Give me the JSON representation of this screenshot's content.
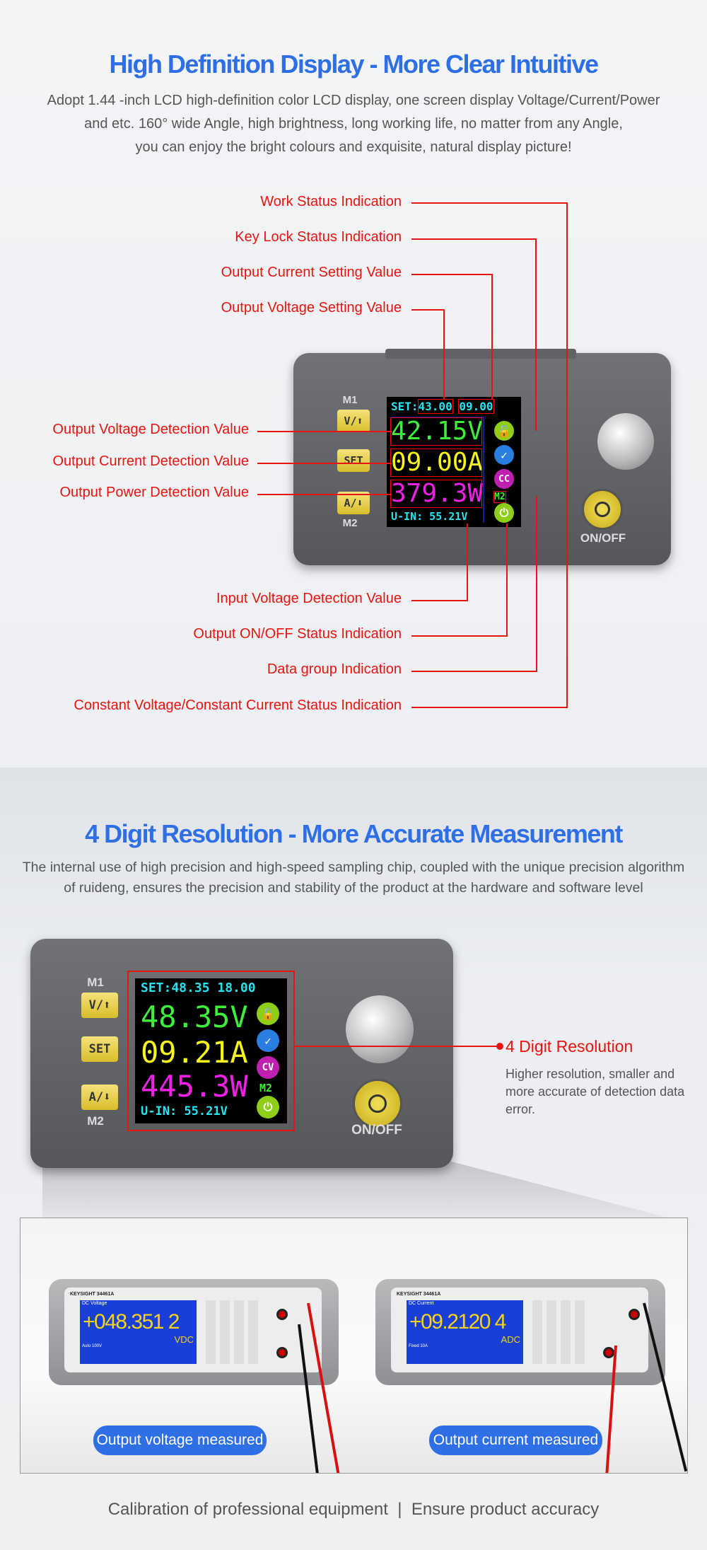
{
  "section1": {
    "title": "High Definition Display - More Clear Intuitive",
    "paragraph": [
      "Adopt 1.44 -inch LCD high-definition color LCD display, one screen display Voltage/Current/Power",
      "and etc. 160° wide Angle, high brightness, long working life, no matter from any Angle,",
      "you can enjoy the bright colours and exquisite, natural display picture!"
    ],
    "top_labels": [
      "Work Status Indication",
      "Key Lock Status Indication",
      "Output Current Setting Value",
      "Output Voltage Setting Value"
    ],
    "left_labels": [
      "Output Voltage Detection Value",
      "Output Current Detection Value",
      "Output Power Detection Value"
    ],
    "bottom_labels": [
      "Input Voltage Detection Value",
      "Output ON/OFF Status Indication",
      "Data group Indication",
      "Constant Voltage/Constant Current Status Indication"
    ],
    "device": {
      "m1": "M1",
      "m2": "M2",
      "btn_v": "V/⬆",
      "btn_set": "SET",
      "btn_a": "A/⬇",
      "onoff": "ON/OFF",
      "screen": {
        "set_label": "SET:",
        "set_v": "43.00",
        "set_a": "09.00",
        "voltage": "42.15V",
        "current": "09.00A",
        "power": "379.3W",
        "uin": "U-IN: 55.21V",
        "mode": "CC",
        "group": "M2"
      }
    }
  },
  "section2": {
    "title": "4 Digit Resolution - More Accurate Measurement",
    "paragraph": [
      "The internal use of high precision and high-speed sampling chip, coupled with the unique precision algorithm",
      "of ruideng, ensures the precision and stability of the product at the hardware and software level"
    ],
    "device": {
      "m1": "M1",
      "m2": "M2",
      "btn_v": "V/⬆",
      "btn_set": "SET",
      "btn_a": "A/⬇",
      "onoff": "ON/OFF",
      "screen": {
        "set": "SET:48.35 18.00",
        "voltage": "48.35V",
        "current": "09.21A",
        "power": "445.3W",
        "uin": "U-IN: 55.21V",
        "mode": "CV",
        "group": "M2"
      }
    },
    "callout_title": "4 Digit Resolution",
    "callout_text": [
      "Higher resolution, smaller and",
      "more accurate of detection data",
      "error."
    ],
    "meters": [
      {
        "brand": "KEYSIGHT",
        "model": "34461A",
        "mode": "DC Voltage",
        "reading": "+048.351 2",
        "unit": "VDC",
        "range": "Auto 100V",
        "pill": "Output voltage measured"
      },
      {
        "brand": "KEYSIGHT",
        "model": "34461A",
        "mode": "DC Current",
        "reading": "+09.2120 4",
        "unit": "ADC",
        "range": "Fixed 10A",
        "pill": "Output current measured"
      }
    ],
    "footer": "Calibration of professional equipment  |  Ensure product accuracy"
  },
  "colors": {
    "accent": "#2f6fe6",
    "annotation": "#e8140f",
    "lcd_voltage": "#3ef03a",
    "lcd_current": "#f5f51a",
    "lcd_power": "#f020e8",
    "lcd_info": "#27e3f0"
  }
}
